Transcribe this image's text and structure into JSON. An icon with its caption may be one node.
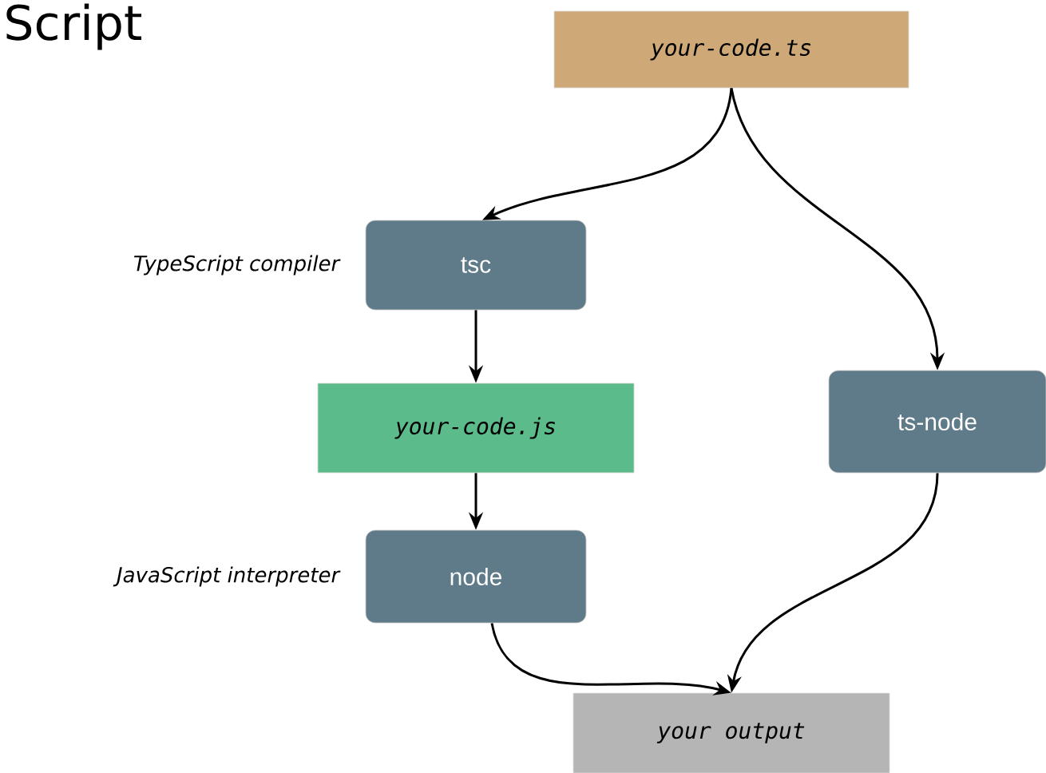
{
  "diagram": {
    "title": "Script",
    "nodes": [
      {
        "text": [
          "your-code.ts"
        ]
      },
      {
        "text": [
          "tsc"
        ],
        "beside": [
          "TypeScript compiler"
        ]
      },
      {
        "text": [
          "your-code.js"
        ]
      },
      {
        "text": [
          "ts-node"
        ]
      },
      {
        "text": [
          "node"
        ],
        "beside": [
          "JavaScript interpreter"
        ]
      },
      {
        "text": [
          "your output"
        ]
      }
    ],
    "edges": [
      {
        "from": 0,
        "to": 1,
        "arrow": "to"
      },
      {
        "from": 0,
        "to": 3,
        "arrow": "to"
      },
      {
        "from": 1,
        "to": 2,
        "arrow": "to"
      },
      {
        "from": 2,
        "to": 4,
        "arrow": "to"
      },
      {
        "from": 4,
        "to": 5,
        "arrow": "to"
      },
      {
        "from": 3,
        "to": 5,
        "arrow": "to"
      }
    ]
  }
}
